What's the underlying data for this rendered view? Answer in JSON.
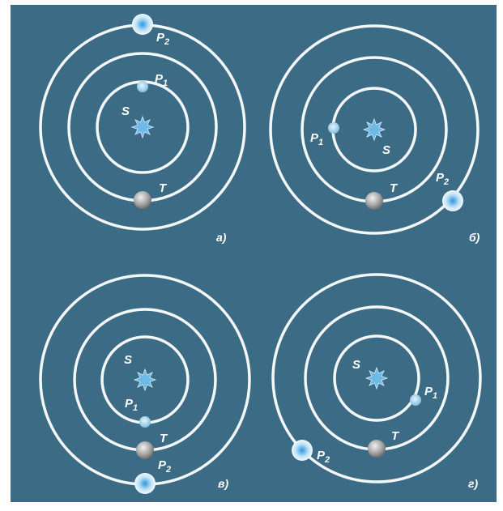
{
  "diagram": {
    "colors": {
      "background": "#3c6b86",
      "orbit": "#f4f7f8",
      "sun": "#6fb9e6",
      "planet_p1": "#a9d4ea",
      "planet_p2": "#d7ecf8",
      "planet_t": "#b9b9b9"
    },
    "labels": {
      "sun": "S",
      "earth": "T",
      "p": "P",
      "sub1": "1",
      "sub2": "2"
    },
    "panels": [
      {
        "id": "a",
        "label": "а)"
      },
      {
        "id": "b",
        "label": "б)"
      },
      {
        "id": "v",
        "label": "в)"
      },
      {
        "id": "g",
        "label": "г)"
      }
    ]
  }
}
